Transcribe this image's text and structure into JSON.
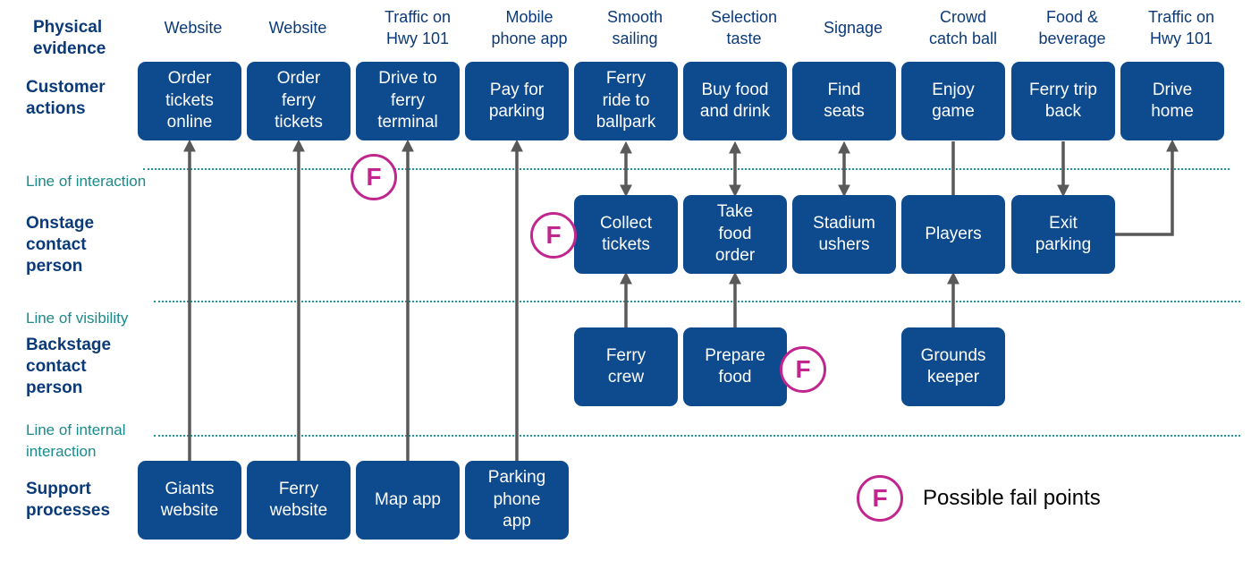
{
  "row_labels": {
    "physical": "Physical\nevidence",
    "customer": "Customer\nactions",
    "onstage": "Onstage\ncontact\nperson",
    "backstage": "Backstage\ncontact\nperson",
    "support": "Support\nprocesses"
  },
  "evidence": [
    "Website",
    "Website",
    "Traffic on\nHwy 101",
    "Mobile\nphone app",
    "Smooth\nsailing",
    "Selection\ntaste",
    "Signage",
    "Crowd\ncatch ball",
    "Food &\nbeverage",
    "Traffic on\nHwy 101"
  ],
  "customer_actions": [
    "Order\ntickets\nonline",
    "Order\nferry\ntickets",
    "Drive to\nferry\nterminal",
    "Pay for\nparking",
    "Ferry\nride to\nballpark",
    "Buy food\nand drink",
    "Find\nseats",
    "Enjoy\ngame",
    "Ferry trip\nback",
    "Drive\nhome"
  ],
  "lines": {
    "interaction": "Line of interaction",
    "visibility": "Line of visibility",
    "internal": "Line of internal\ninteraction"
  },
  "onstage": {
    "collect_tickets": "Collect\ntickets",
    "take_food_order": "Take\nfood\norder",
    "stadium_ushers": "Stadium\nushers",
    "players": "Players",
    "exit_parking": "Exit\nparking"
  },
  "backstage": {
    "ferry_crew": "Ferry\ncrew",
    "prepare_food": "Prepare\nfood",
    "grounds_keeper": "Grounds\nkeeper"
  },
  "support": {
    "giants_website": "Giants\nwebsite",
    "ferry_website": "Ferry\nwebsite",
    "map_app": "Map app",
    "parking_phone_app": "Parking\nphone\napp"
  },
  "fail_marker": "F",
  "legend": "Possible fail points",
  "colors": {
    "box": "#0d4a8e",
    "label": "#0b3a78",
    "dotted_line": "#1a9a9a",
    "fail": "#c0268e",
    "arrow": "#595959"
  }
}
